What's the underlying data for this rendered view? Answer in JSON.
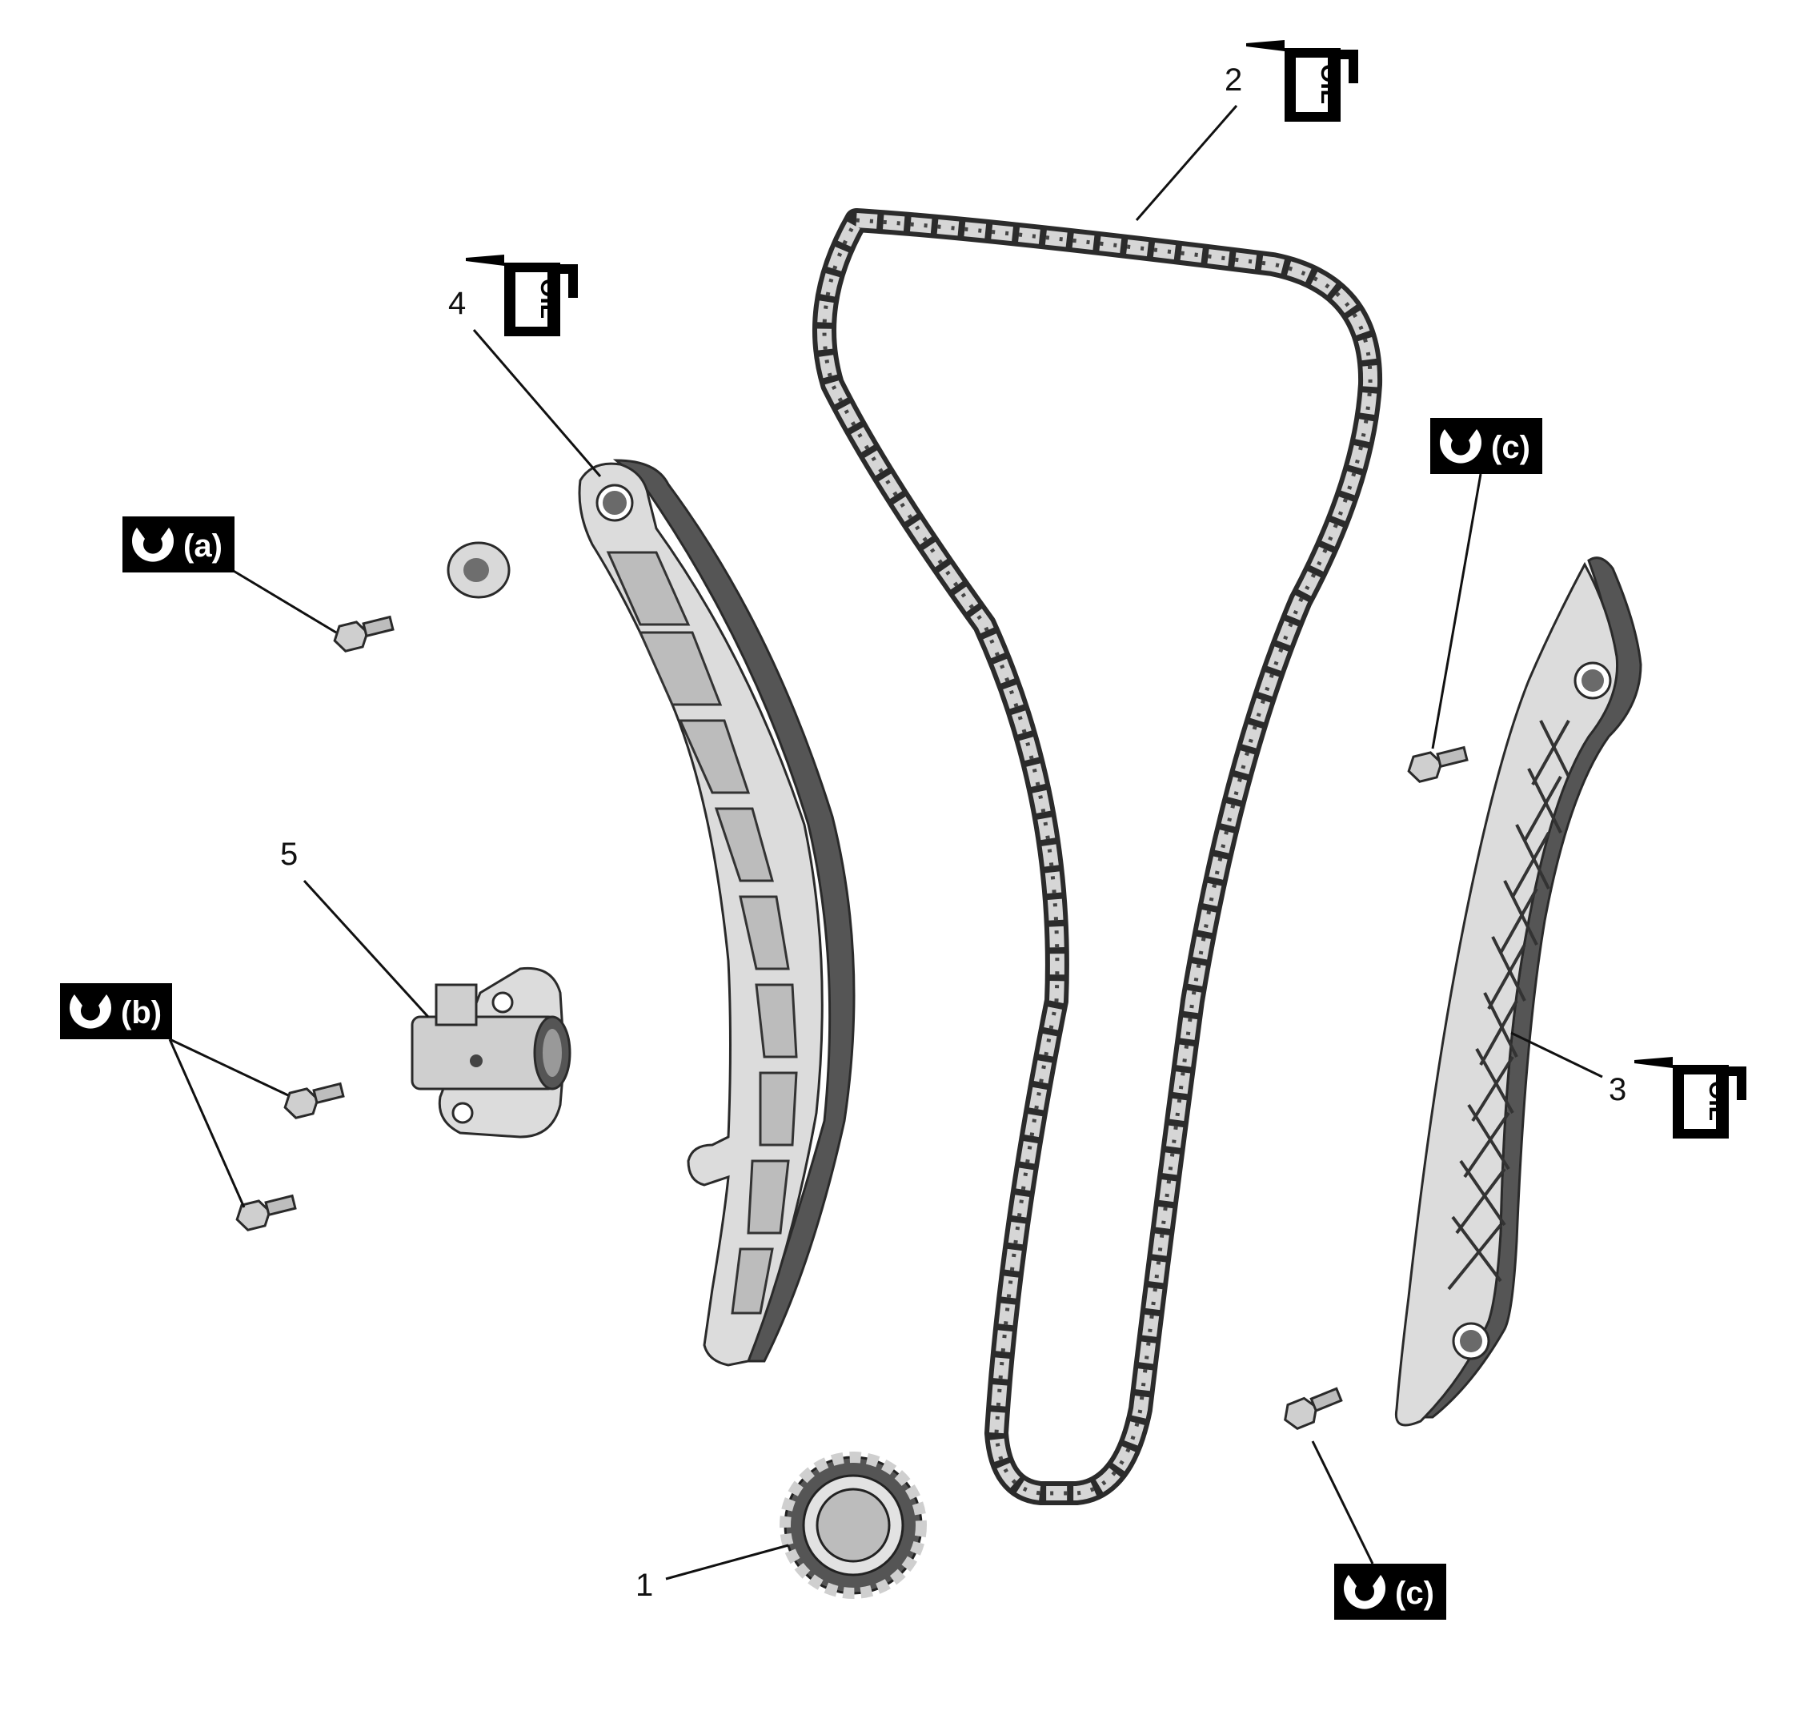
{
  "callouts": {
    "crank_sprocket": "1",
    "timing_chain": "2",
    "chain_guide": "3",
    "tensioner_guide": "4",
    "chain_tensioner": "5"
  },
  "torque_labels": {
    "a": "(a)",
    "b": "(b)",
    "c_upper": "(c)",
    "c_lower": "(c)"
  },
  "oil_label": "OIL",
  "icons": {
    "oil": "oil-can-icon",
    "torque": "wrench-icon"
  },
  "colors": {
    "line": "#111111",
    "part_fill": "#d9d9d9",
    "part_dark": "#6e6e6e",
    "label_bg": "#000000",
    "label_fg": "#ffffff"
  }
}
